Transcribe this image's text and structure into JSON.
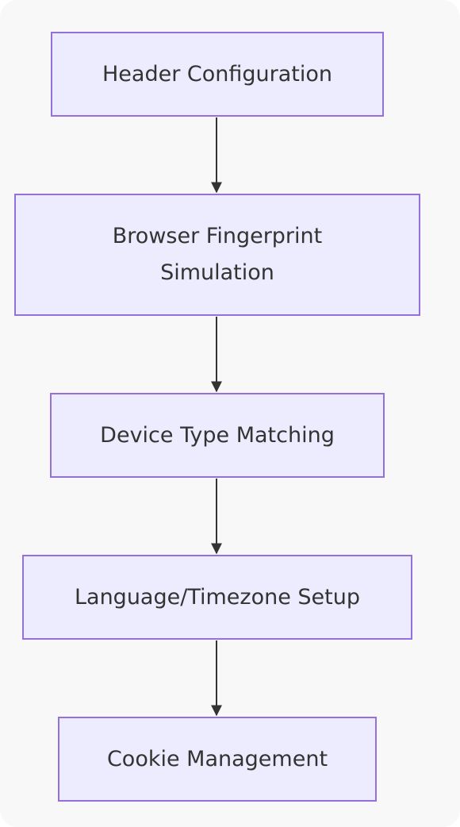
{
  "diagram": {
    "nodes": [
      {
        "id": "n1",
        "label": "Header Configuration"
      },
      {
        "id": "n2",
        "label": "Browser Fingerprint\nSimulation"
      },
      {
        "id": "n3",
        "label": "Device Type Matching"
      },
      {
        "id": "n4",
        "label": "Language/Timezone Setup"
      },
      {
        "id": "n5",
        "label": "Cookie Management"
      }
    ],
    "edges": [
      {
        "from": "n1",
        "to": "n2"
      },
      {
        "from": "n2",
        "to": "n3"
      },
      {
        "from": "n3",
        "to": "n4"
      },
      {
        "from": "n4",
        "to": "n5"
      }
    ],
    "colors": {
      "background": "#f8f8f8",
      "node_fill": "#ececfe",
      "node_border": "#9370db",
      "text": "#333333",
      "edge": "#333333"
    }
  }
}
